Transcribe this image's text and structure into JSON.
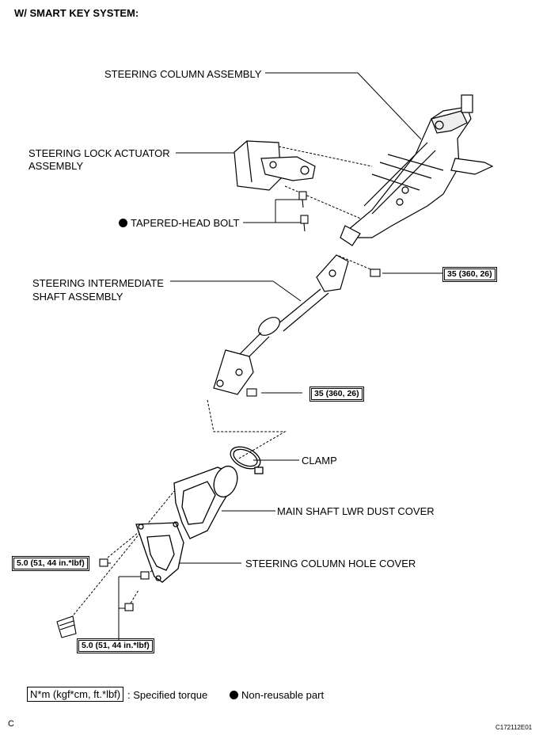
{
  "header": "W/ SMART KEY SYSTEM:",
  "labels": {
    "steering_column": "STEERING COLUMN ASSEMBLY",
    "lock_actuator_1": "STEERING LOCK ACTUATOR",
    "lock_actuator_2": "ASSEMBLY",
    "tapered_bolt": "TAPERED-HEAD BOLT",
    "intermediate_1": "STEERING INTERMEDIATE",
    "intermediate_2": "SHAFT ASSEMBLY",
    "clamp": "CLAMP",
    "dust_cover": "MAIN SHAFT LWR DUST COVER",
    "hole_cover": "STEERING COLUMN HOLE COVER"
  },
  "torques": {
    "upper": "35 (360, 26)",
    "lower": "35 (360, 26)",
    "hole_left": "5.0 (51, 44 in.*lbf)",
    "hole_bottom": "5.0 (51, 44 in.*lbf)"
  },
  "legend": {
    "torque_unit": "N*m (kgf*cm, ft.*lbf)",
    "torque_text": ": Specified torque",
    "nonreusable_text": "Non-reusable part"
  },
  "footer": {
    "letter": "C",
    "code": "C172112E01"
  }
}
